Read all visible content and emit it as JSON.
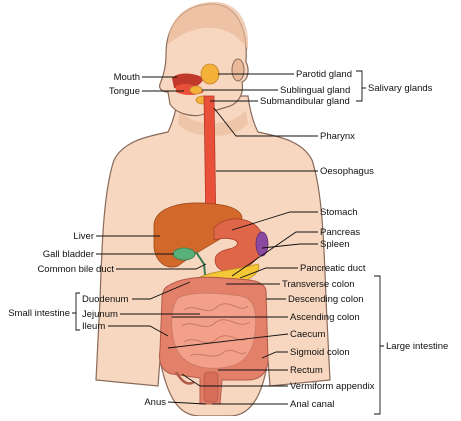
{
  "colors": {
    "skin": "#f7d7c0",
    "skin_shade": "#e9b99a",
    "outline": "#8a6a58",
    "liver": "#d2692a",
    "stomach": "#e0664a",
    "esophagus": "#e8503a",
    "salivary": "#f4b23a",
    "intestine": "#f2a08a",
    "intestine_dark": "#e2806a",
    "gallbladder": "#5ab07a",
    "pancreas": "#f3c736",
    "spleen": "#8a4aa0"
  },
  "labels": {
    "mouth": "Mouth",
    "tongue": "Tongue",
    "parotid": "Parotid gland",
    "sublingual": "Sublingual gland",
    "submandibular": "Submandibular gland",
    "salivary": "Salivary glands",
    "pharynx": "Pharynx",
    "oesophagus": "Oesophagus",
    "stomach": "Stomach",
    "liver": "Liver",
    "pancreas": "Pancreas",
    "spleen": "Spleen",
    "gall_bladder": "Gall bladder",
    "common_bile_duct": "Common bile duct",
    "pancreatic_duct": "Pancreatic duct",
    "transverse_colon": "Transverse colon",
    "descending_colon": "Descending colon",
    "duodenum": "Duodenum",
    "jejunum": "Jejunum",
    "ileum": "Ileum",
    "small_intestine": "Small intestine",
    "ascending_colon": "Ascending colon",
    "caecum": "Caecum",
    "sigmoid_colon": "Sigmoid colon",
    "large_intestine": "Large intestine",
    "rectum": "Rectum",
    "vermiform_appendix": "Vermiform appendix",
    "anus": "Anus",
    "anal_canal": "Anal canal"
  }
}
